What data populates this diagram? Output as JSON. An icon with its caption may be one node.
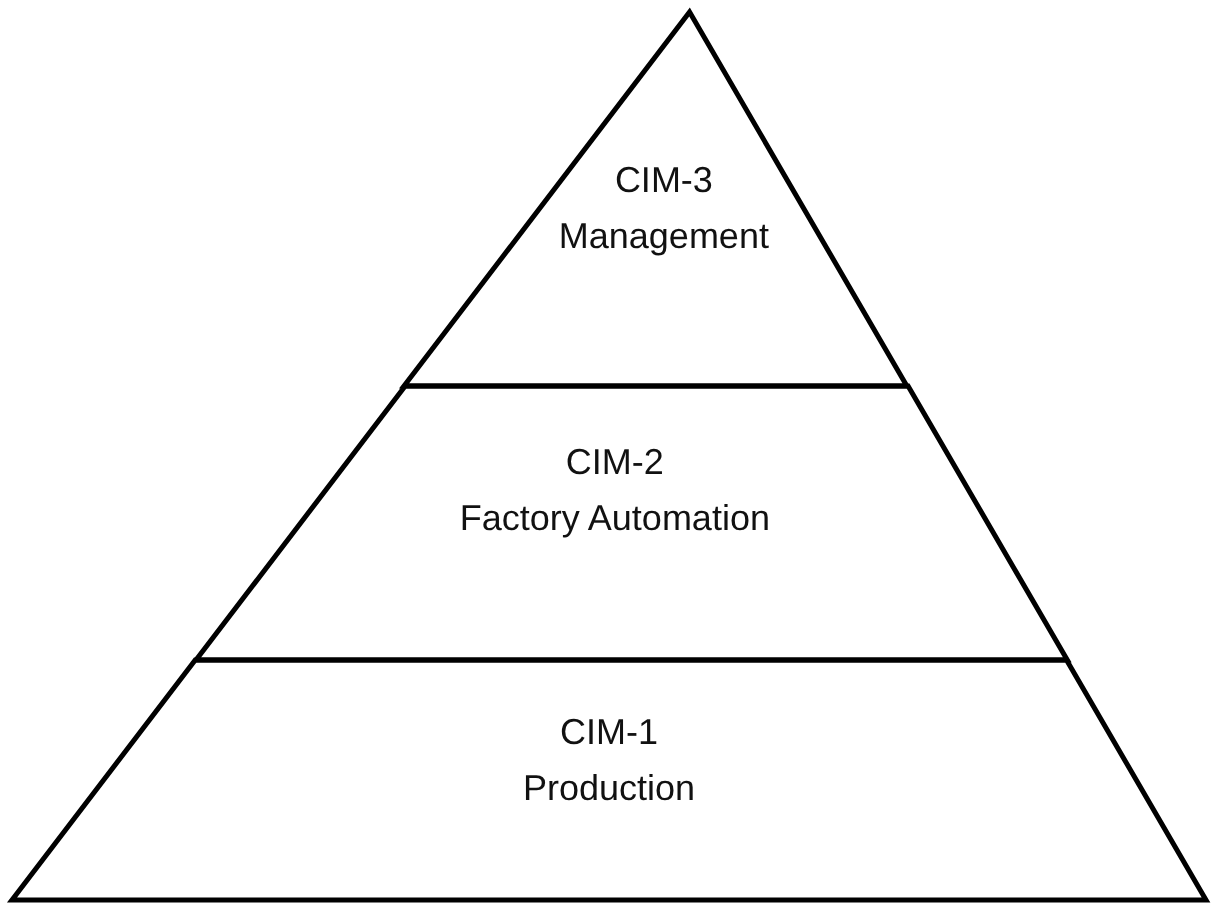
{
  "diagram": {
    "nodes": [
      {
        "text": [
          "CIM-3",
          "Management"
        ]
      },
      {
        "text": [
          "CIM-2",
          "Factory Automation"
        ]
      },
      {
        "text": [
          "CIM-1",
          "Production"
        ]
      }
    ]
  }
}
